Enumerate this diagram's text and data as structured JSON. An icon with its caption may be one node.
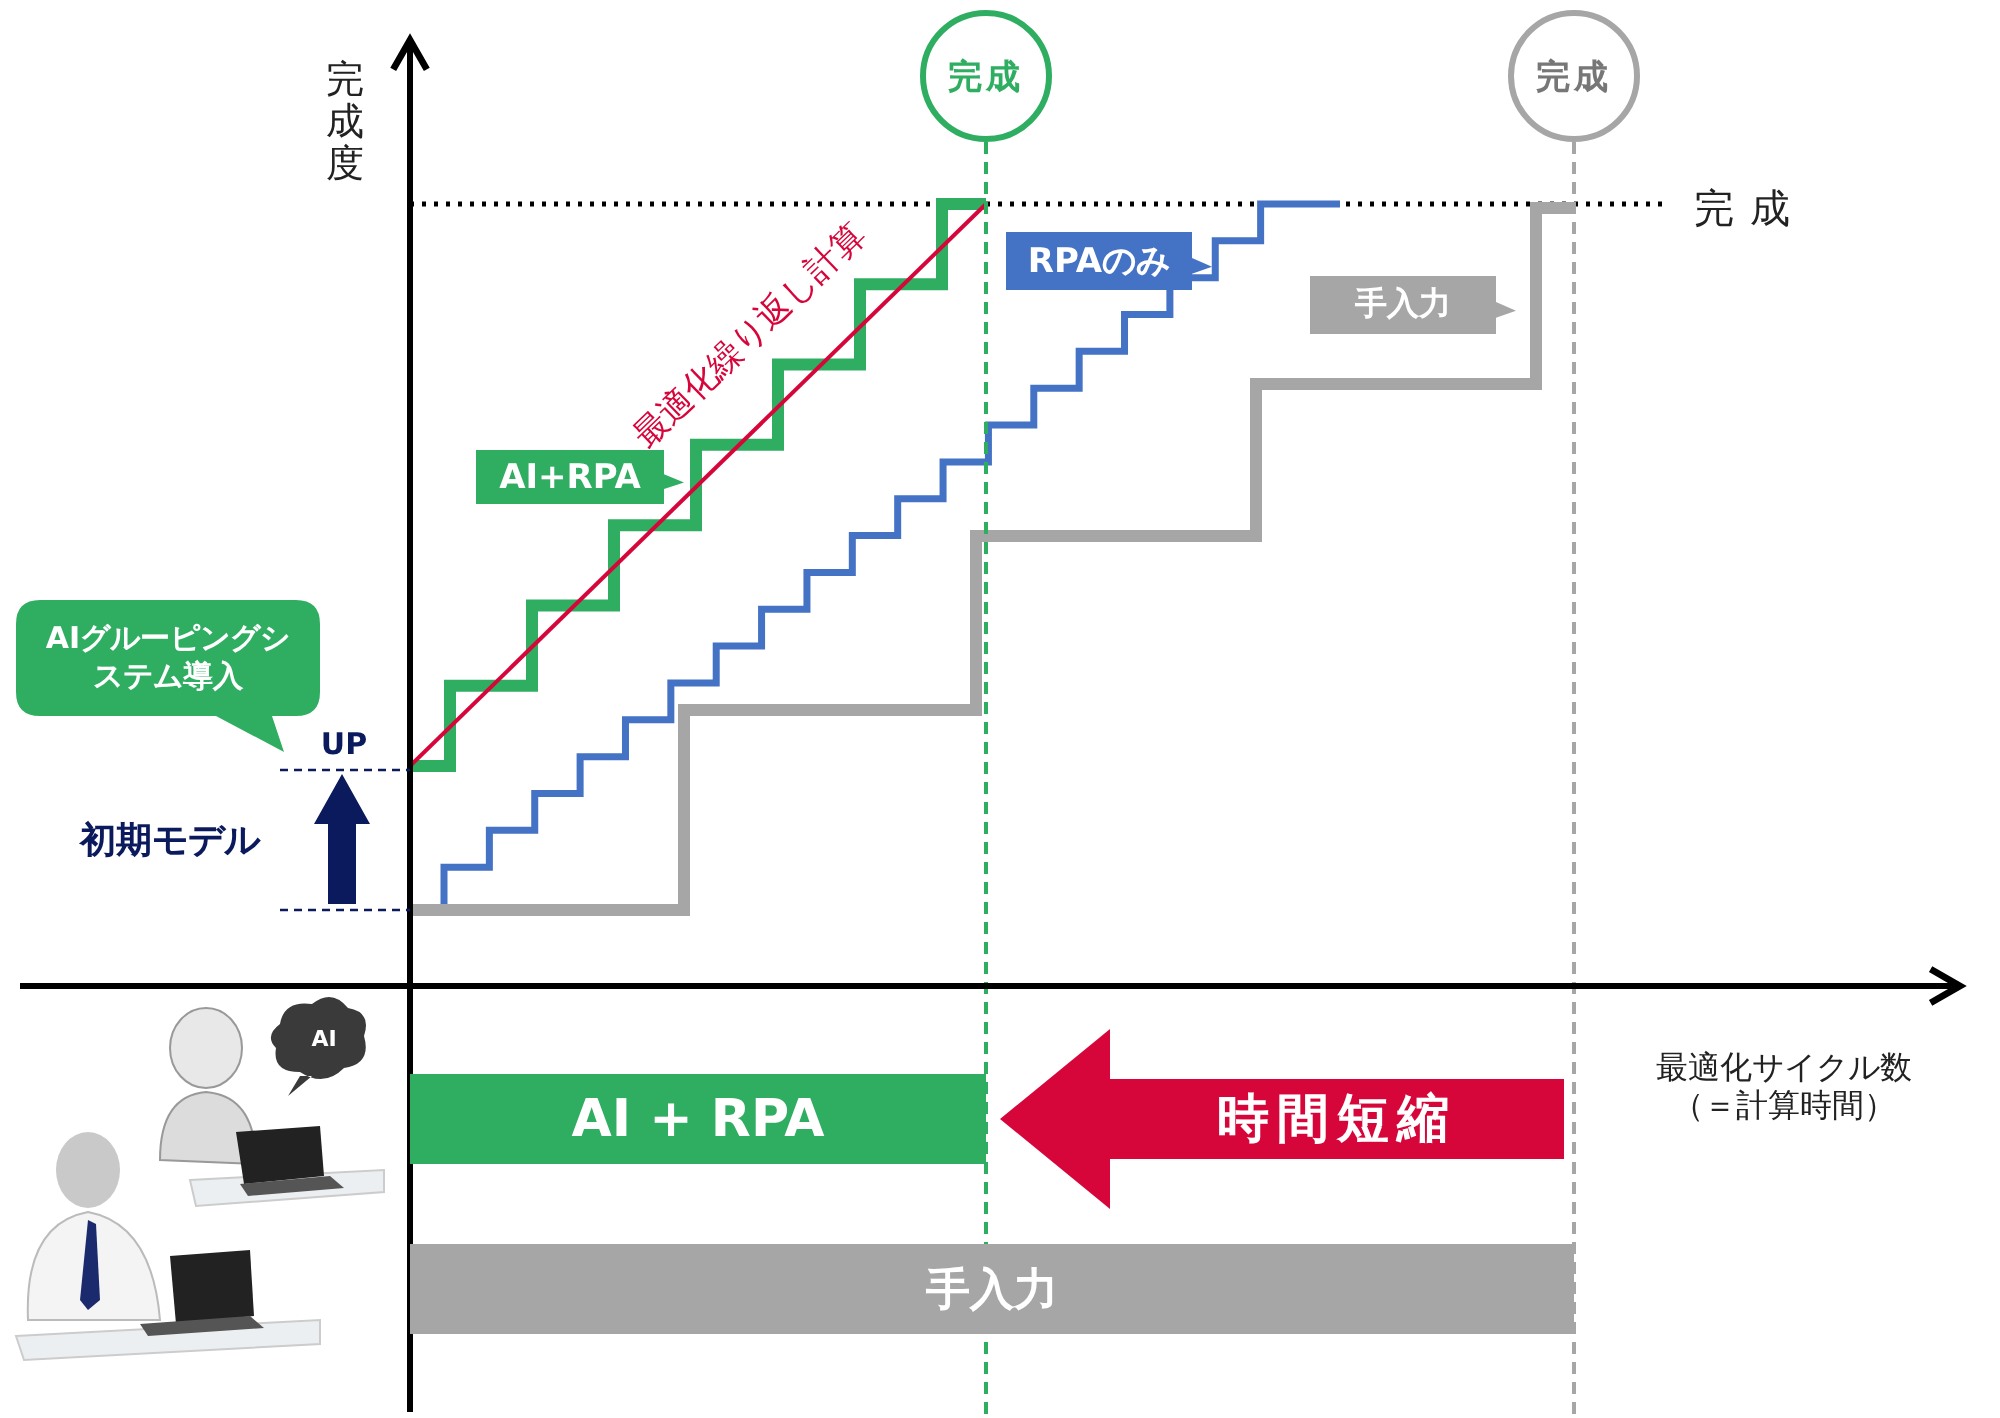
{
  "diagram": {
    "nodes": [
      {
        "text": [
          "完成"
        ]
      },
      {
        "text": [
          "完成"
        ]
      },
      {
        "text": [
          "RPAのみ"
        ]
      },
      {
        "text": [
          "手入力"
        ]
      },
      {
        "text": [
          "AI+RPA"
        ]
      },
      {
        "text": [
          "AIグルーピングシステム導入"
        ]
      },
      {
        "text": [
          "AI + RPA"
        ]
      },
      {
        "text": [
          "手入力"
        ]
      },
      {
        "text": [
          "AI"
        ]
      }
    ],
    "edges": [
      {
        "from": 0,
        "to": null,
        "arrow": "none",
        "style": "dashed",
        "color": "#2fae62"
      },
      {
        "from": 1,
        "to": null,
        "arrow": "none",
        "style": "dashed",
        "color": "#a6a6a6"
      },
      {
        "from": null,
        "to": 6,
        "arrow": "to",
        "label": "時間短縮",
        "style": "thick",
        "color": "#d7063a"
      }
    ],
    "labels": [
      "完成度",
      "完成",
      "最適化繰り返し計算",
      "UP",
      "初期モデル",
      "最適化サイクル数（＝計算時間）"
    ]
  }
}
